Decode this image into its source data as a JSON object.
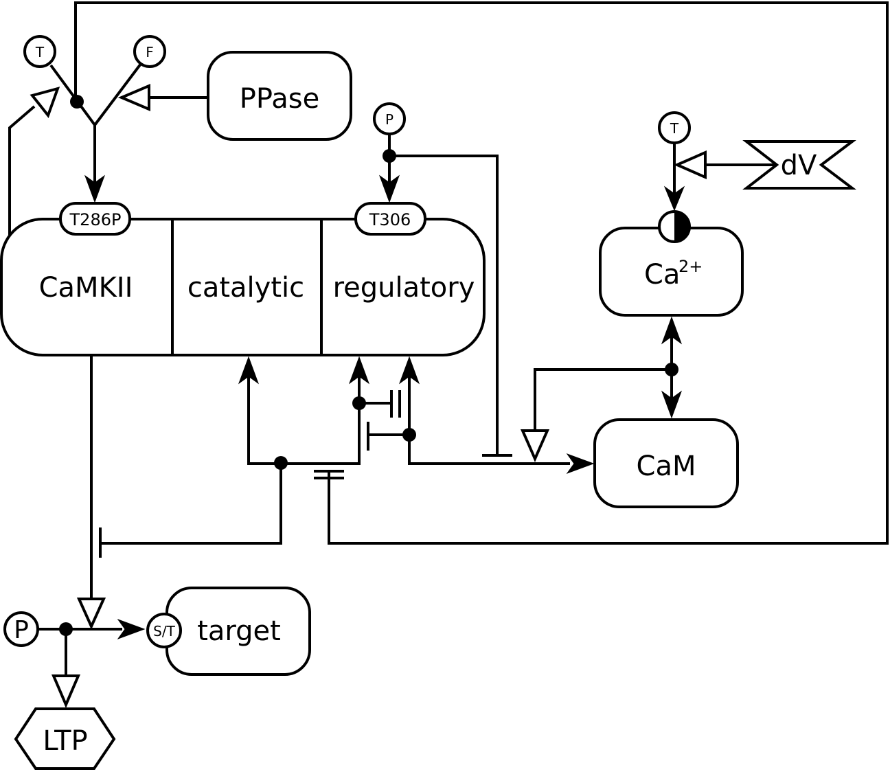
{
  "diagram": {
    "nodes": {
      "camkii": "CaMKII",
      "catalytic": "catalytic",
      "regulatory": "regulatory",
      "ppase": "PPase",
      "ca": "Ca",
      "ca_charge": "2+",
      "dv": "dV",
      "cam": "CaM",
      "target": "target",
      "ltp": "LTP"
    },
    "sites": {
      "t286p": "T286P",
      "t306": "T306",
      "target_site": "S/T"
    },
    "terminals": {
      "t_left": "T",
      "f": "F",
      "p_top": "P",
      "t_ca": "T",
      "p_bottom": "P"
    }
  }
}
